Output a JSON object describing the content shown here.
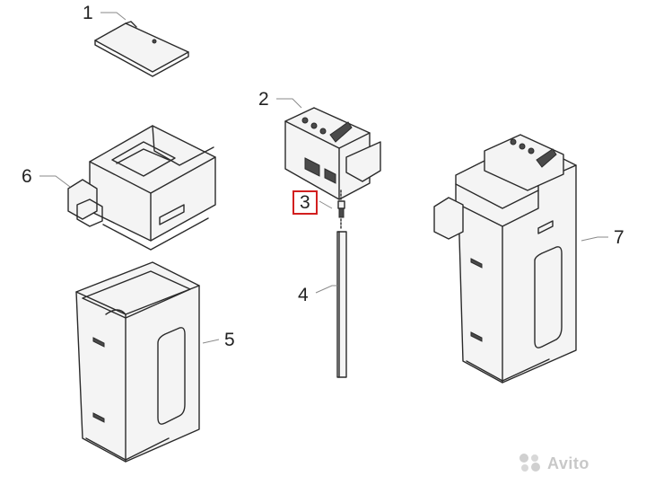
{
  "callouts": {
    "c1": "1",
    "c2": "2",
    "c3": "3",
    "c4": "4",
    "c5": "5",
    "c6": "6",
    "c7": "7"
  },
  "highlight_color": "#d21f1f",
  "watermark": "Avito",
  "parts": [
    {
      "id": "1",
      "icon": "lid-icon"
    },
    {
      "id": "2",
      "icon": "valve-head-icon"
    },
    {
      "id": "3",
      "icon": "nozzle-icon"
    },
    {
      "id": "4",
      "icon": "tube-icon"
    },
    {
      "id": "5",
      "icon": "tank-body-icon"
    },
    {
      "id": "6",
      "icon": "tank-top-icon"
    },
    {
      "id": "7",
      "icon": "assembled-tank-icon"
    }
  ]
}
